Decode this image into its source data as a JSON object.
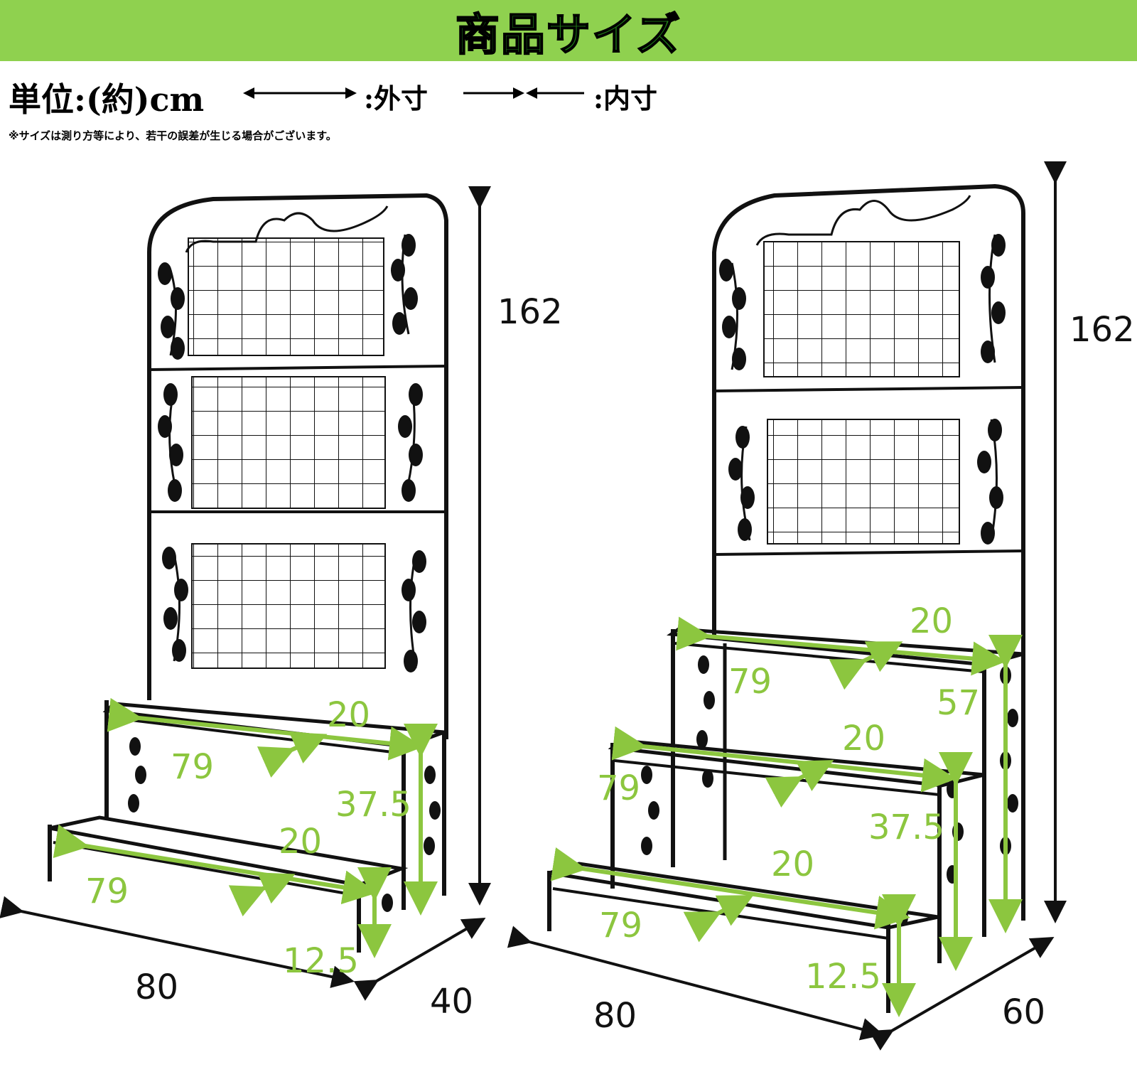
{
  "banner": {
    "title": "商品サイズ",
    "background": "#8fd14f",
    "title_color": "#1f7a16"
  },
  "legend": {
    "unit": "単位:(約)cm",
    "outer_label": ":外寸",
    "inner_label": ":内寸"
  },
  "note": "※サイズは測り方等により、若干の誤差が生じる場合がございます。",
  "colors": {
    "frame": "#111111",
    "inner_dimension": "#8cc63f",
    "outer_dimension": "#111111"
  },
  "products": [
    {
      "name_hidden": "2-tier",
      "height": "162",
      "width": "80",
      "depth": "40",
      "inner": [
        {
          "width": "79",
          "depth": "20",
          "height": "37.5"
        },
        {
          "width": "79",
          "depth": "20",
          "height": "12.5"
        }
      ]
    },
    {
      "name_hidden": "3-tier",
      "height": "162",
      "width": "80",
      "depth": "60",
      "inner": [
        {
          "width": "79",
          "depth": "20",
          "height": "57"
        },
        {
          "width": "79",
          "depth": "20",
          "height": "37.5"
        },
        {
          "width": "79",
          "depth": "20",
          "height": "12.5"
        }
      ]
    }
  ]
}
